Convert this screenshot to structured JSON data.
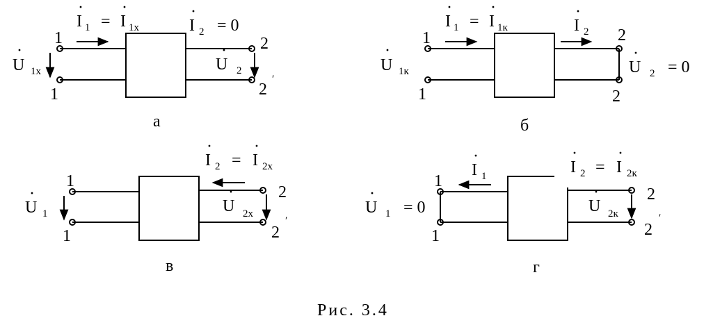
{
  "figure": {
    "caption": "Рис. 3.4",
    "panels": [
      {
        "letter": "а",
        "current_eq": {
          "lhs": "I",
          "lhs_sub": "1",
          "rhs": "I",
          "rhs_sub": "1х"
        },
        "current_right": {
          "sym": "I",
          "sub": "2",
          "eq": "= 0"
        },
        "voltage_left": {
          "sym": "U",
          "sub": "1х"
        },
        "voltage_right": {
          "sym": "U",
          "sub": "2"
        },
        "terminals": {
          "l_top": "1",
          "l_bot": "1",
          "r_top": "2",
          "r_bot": "2"
        }
      },
      {
        "letter": "б",
        "current_left": {
          "sym": "I",
          "sub": "1",
          "eq": "=",
          "rhs": "I",
          "rhs_sub": "1к"
        },
        "current_right": {
          "sym": "I",
          "sub": "2"
        },
        "voltage_left": {
          "sym": "U",
          "sub": "1к"
        },
        "voltage_right": {
          "sym": "U",
          "sub": "2",
          "eq": "= 0"
        },
        "terminals": {
          "l_top": "1",
          "l_bot": "1",
          "r_top": "2",
          "r_bot": "2"
        }
      },
      {
        "letter": "в",
        "current_eq": {
          "lhs": "I",
          "lhs_sub": "2",
          "rhs": "I",
          "rhs_sub": "2х"
        },
        "voltage_left": {
          "sym": "U",
          "sub": "1"
        },
        "voltage_right": {
          "sym": "U",
          "sub": "2х"
        },
        "terminals": {
          "l_top": "1",
          "l_bot": "1",
          "r_top": "2",
          "r_bot": "2"
        }
      },
      {
        "letter": "г",
        "current_left": {
          "sym": "I",
          "sub": "1"
        },
        "current_eq": {
          "lhs": "I",
          "lhs_sub": "2",
          "rhs": "I",
          "rhs_sub": "2к"
        },
        "voltage_left": {
          "sym": "U",
          "sub": "1",
          "eq": "= 0"
        },
        "voltage_right": {
          "sym": "U",
          "sub": "2к"
        },
        "terminals": {
          "l_top": "1",
          "l_bot": "1",
          "r_top": "2",
          "r_bot": "2"
        }
      }
    ]
  }
}
